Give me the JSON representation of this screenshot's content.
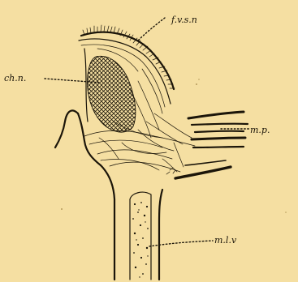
{
  "figure": {
    "labels": {
      "fvsn": "f.v.s.n",
      "chn": "ch.n.",
      "mp": "m.p.",
      "mlv": "m.l.v"
    }
  },
  "colors": {
    "paper": "#f5dfa2",
    "ink": "#1b1509"
  }
}
